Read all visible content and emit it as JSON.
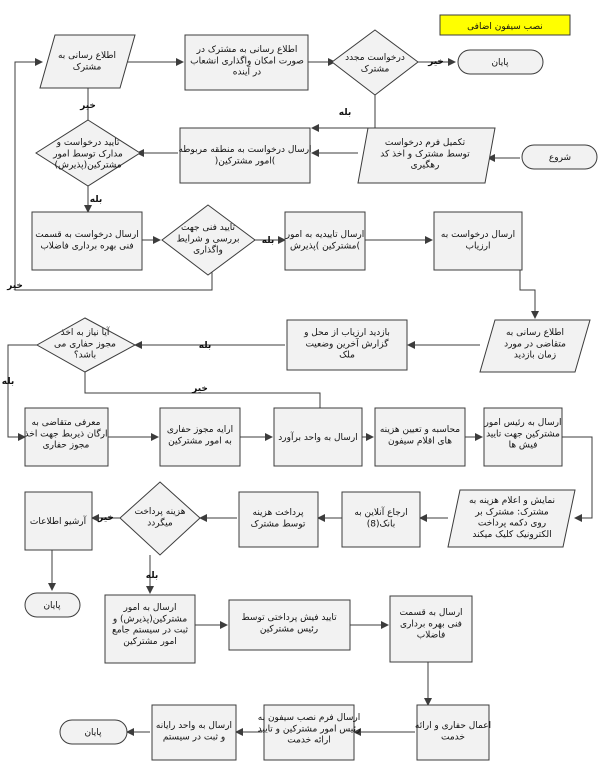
{
  "title": "نصب سیفون اضافی",
  "nodes": {
    "inform1": [
      "اطلاع رسانی به",
      "مشترک"
    ],
    "inform_future": [
      "اطلاع رسانی به مشترک در",
      "صورت امکان واگذاری انشعاب",
      "در آینده"
    ],
    "renew_q": [
      "درخواست مجدد",
      "مشترک"
    ],
    "end1": [
      "پایان"
    ],
    "docs_q": [
      "تایید درخواست و",
      "مدارک توسط امور",
      "مشترکین(پذیرش)"
    ],
    "send_region": [
      "ارسال درخواست به منطقه مربوطه",
      ")امور مشترکین("
    ],
    "complete_form": [
      "تکمیل فرم درخواست",
      "توسط مشترک و اخذ کد",
      "رهگیری"
    ],
    "start": [
      "شروع"
    ],
    "send_ops": [
      "ارسال درخواست به قسمت",
      "فنی بهره برداری فاضلاب"
    ],
    "tech_q": [
      "تایید فنی جهت",
      "بررسی و شرایط",
      "واگذاری"
    ],
    "send_approval": [
      "ارسال تاییدیه به امور",
      "مشترکین )پذیرش("
    ],
    "send_assessor": [
      "ارسال درخواست به",
      "ارزیاب"
    ],
    "inform_visit": [
      "اطلاع رسانی به",
      "متقاضی در مورد",
      "زمان بازدید"
    ],
    "visit_report": [
      "بازدید ارزیاب از محل و",
      "گزارش آخرین وضعیت",
      "ملک"
    ],
    "permit_q": [
      "آیا نیاز به اخذ",
      "مجوز حفاری می",
      "باشد؟"
    ],
    "introduce": [
      "معرفی متقاضی به",
      "ارگان ذیربط جهت اخذ",
      "مجوز حفاری"
    ],
    "present_permit": [
      "ارایه مجوز حفاری",
      "به امور مشترکین"
    ],
    "send_estimate": [
      "ارسال به واحد برآورد"
    ],
    "calc_cost": [
      "محاسبه و تعیین هزینه",
      "های اقلام سیفون"
    ],
    "send_head": [
      "ارسال به رئیس امور",
      "مشترکین جهت تایید",
      "فیش ها"
    ],
    "show_cost": [
      "نمایش و اعلام هزینه به",
      "مشترک: مشترک بر",
      "روی دکمه پرداخت",
      "الکترونیک کلیک میکند"
    ],
    "bank": [
      "ارجاع آنلاین به",
      "بانک(8)"
    ],
    "pay": [
      "پرداخت هزینه",
      "توسط مشترک"
    ],
    "paid_q": [
      "هزینه پرداخت",
      "میگردد"
    ],
    "archive": [
      "آرشیو اطلاعات"
    ],
    "end2": [
      "پایان"
    ],
    "send_accept": [
      "ارسال به امور",
      "مشترکین(پذیرش) و",
      "ثبت در سیستم جامع",
      "امور مشترکین"
    ],
    "confirm_receipt": [
      "تایید فیش پرداختی توسط",
      "رئیس مشترکین"
    ],
    "send_ops2": [
      "ارسال به قسمت",
      "فنی بهره برداری",
      "فاضلاب"
    ],
    "dig": [
      "اعمال حفاری و ارائه",
      "خدمت"
    ],
    "send_install": [
      "ارسال فرم نصب سیفون به",
      "رئیس امور مشترکین و تایید",
      "ارائه خدمت"
    ],
    "send_it": [
      "ارسال به واحد رایانه",
      "و ثبت در سیستم"
    ],
    "end3": [
      "پایان"
    ]
  },
  "edge_labels": {
    "yes": "بله",
    "no": "خیر"
  }
}
